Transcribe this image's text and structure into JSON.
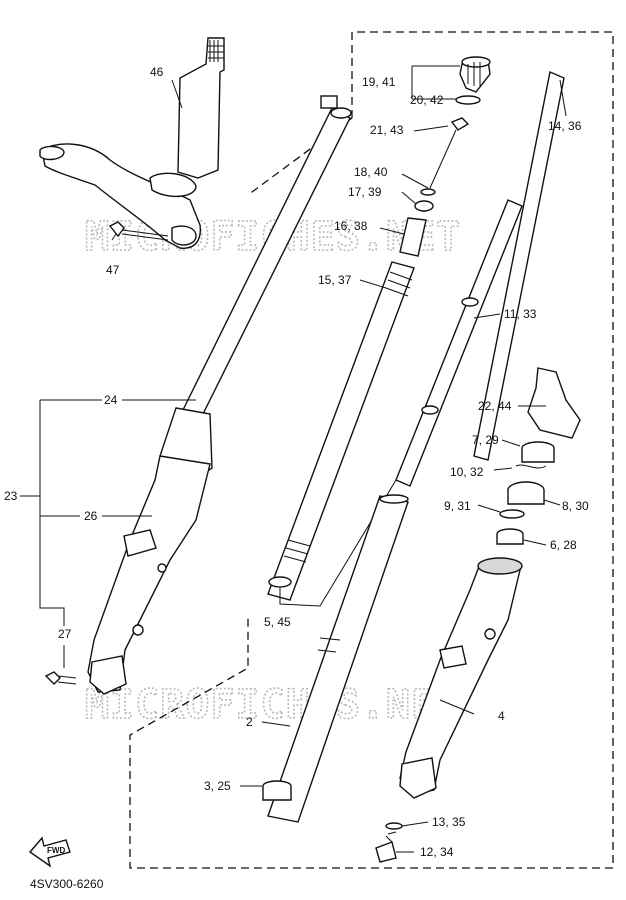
{
  "diagram_code": "4SV300-6260",
  "fwd_label": "FWD",
  "watermark": "MICROFICHES.NET",
  "callouts": {
    "c46": "46",
    "c47": "47",
    "c24": "24",
    "c23": "23",
    "c26": "26",
    "c27": "27",
    "c19_41": "19, 41",
    "c20_42": "20, 42",
    "c14_36": "14, 36",
    "c21_43": "21, 43",
    "c18_40": "18, 40",
    "c17_39": "17, 39",
    "c16_38": "16, 38",
    "c15_37": "15, 37",
    "c11_33": "11, 33",
    "c22_44": "22, 44",
    "c7_29": "7, 29",
    "c10_32": "10, 32",
    "c9_31": "9, 31",
    "c8_30": "8, 30",
    "c6_28": "6, 28",
    "c5_45": "5, 45",
    "c2": "2",
    "c4": "4",
    "c3_25": "3, 25",
    "c13_35": "13, 35",
    "c12_34": "12, 34"
  }
}
